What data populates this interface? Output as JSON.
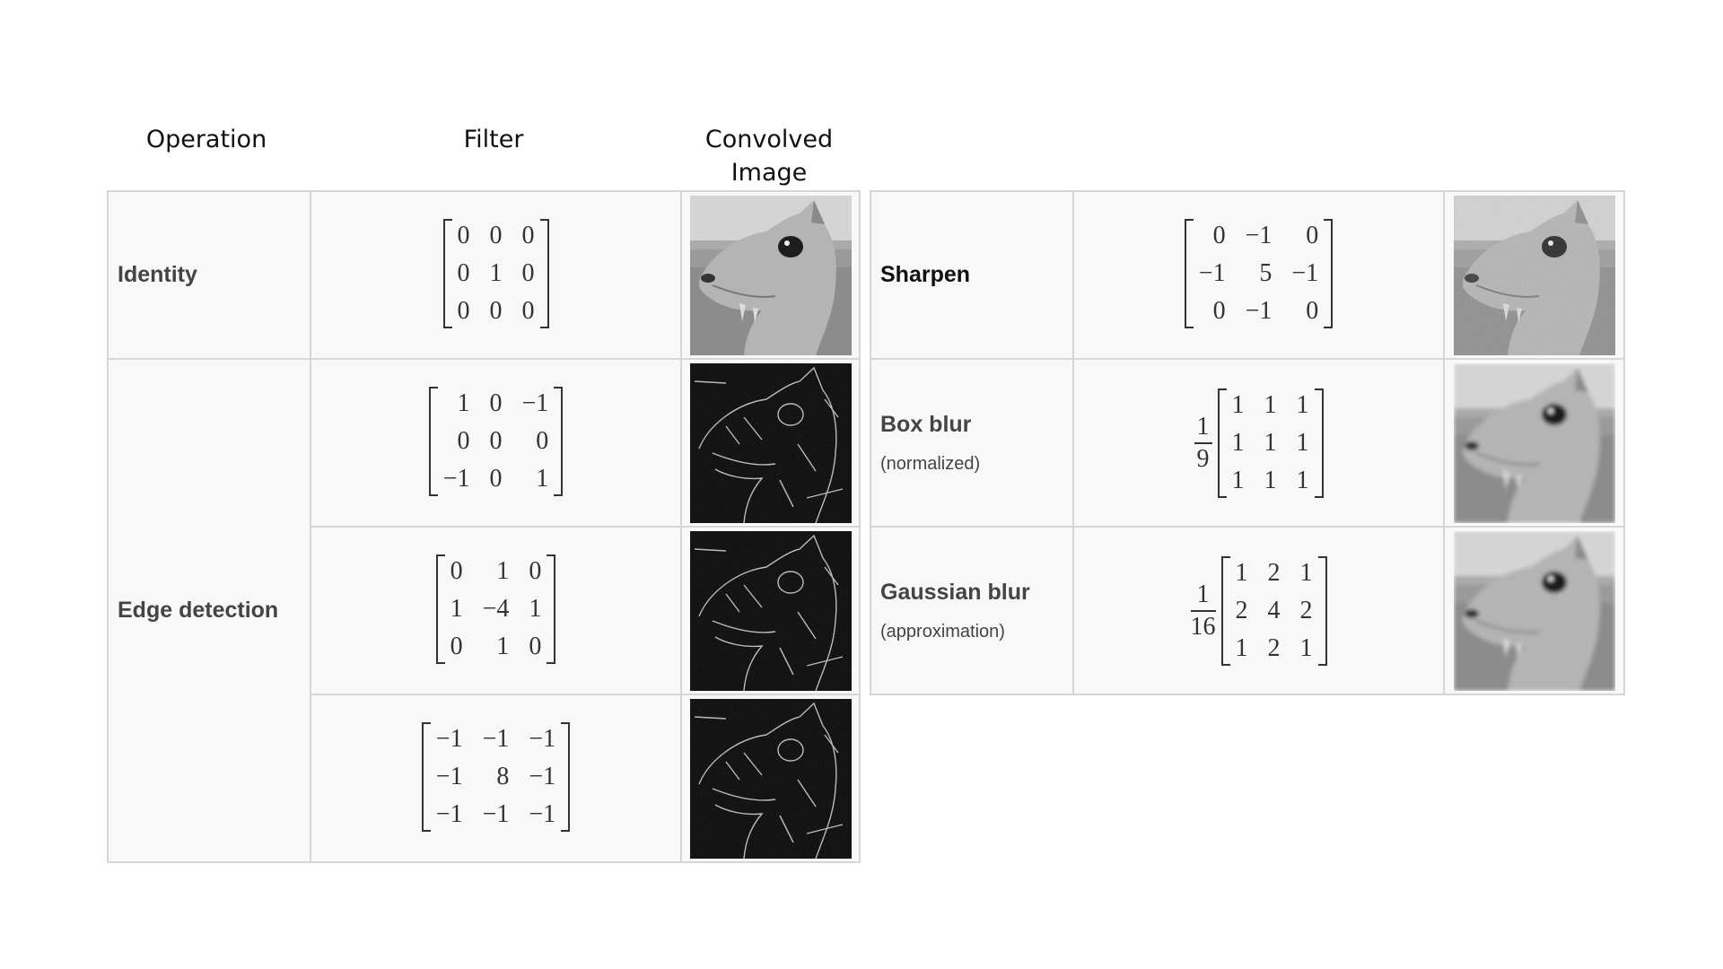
{
  "headers": {
    "operation": "Operation",
    "filter": "Filter",
    "convolved": "Convolved Image"
  },
  "rows": [
    {
      "label": "Identity",
      "sublabel": "",
      "scale": null,
      "matrix": [
        [
          "0",
          "0",
          "0"
        ],
        [
          "0",
          "1",
          "0"
        ],
        [
          "0",
          "0",
          "0"
        ]
      ]
    },
    {
      "label": "Edge detection",
      "sublabel": "",
      "scale": null,
      "matrix": [
        [
          "1",
          "0",
          "−1"
        ],
        [
          "0",
          "0",
          "0"
        ],
        [
          "−1",
          "0",
          "1"
        ]
      ]
    },
    {
      "label": "",
      "sublabel": "",
      "scale": null,
      "matrix": [
        [
          "0",
          "1",
          "0"
        ],
        [
          "1",
          "−4",
          "1"
        ],
        [
          "0",
          "1",
          "0"
        ]
      ]
    },
    {
      "label": "",
      "sublabel": "",
      "scale": null,
      "matrix": [
        [
          "−1",
          "−1",
          "−1"
        ],
        [
          "−1",
          "8",
          "−1"
        ],
        [
          "−1",
          "−1",
          "−1"
        ]
      ]
    },
    {
      "label": "Sharpen",
      "sublabel": "",
      "scale": null,
      "matrix": [
        [
          "0",
          "−1",
          "0"
        ],
        [
          "−1",
          "5",
          "−1"
        ],
        [
          "0",
          "−1",
          "0"
        ]
      ]
    },
    {
      "label": "Box blur",
      "sublabel": "(normalized)",
      "scale": {
        "num": "1",
        "den": "9"
      },
      "matrix": [
        [
          "1",
          "1",
          "1"
        ],
        [
          "1",
          "1",
          "1"
        ],
        [
          "1",
          "1",
          "1"
        ]
      ]
    },
    {
      "label": "Gaussian blur",
      "sublabel": "(approximation)",
      "scale": {
        "num": "1",
        "den": "16"
      },
      "matrix": [
        [
          "1",
          "2",
          "1"
        ],
        [
          "2",
          "4",
          "2"
        ],
        [
          "1",
          "2",
          "1"
        ]
      ]
    }
  ],
  "thumbnail_styles": {
    "identity": "photo",
    "sharpen": "photo-sharp",
    "box_blur": "photo-blur",
    "gaussian_blur": "photo-blur",
    "edge_1": "edge",
    "edge_2": "edge",
    "edge_3": "edge"
  }
}
